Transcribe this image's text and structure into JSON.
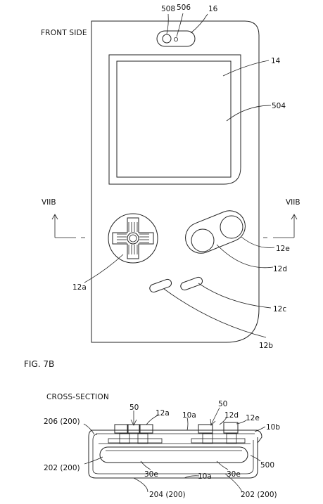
{
  "figure_a": {
    "heading": "FRONT SIDE",
    "labels": {
      "l508": "508",
      "l506": "506",
      "l16": "16",
      "l14": "14",
      "l504": "504",
      "viib_left": "VIIB",
      "viib_right": "VIIB",
      "l12a": "12a",
      "l12e": "12e",
      "l12d": "12d",
      "l12c": "12c",
      "l12b": "12b"
    }
  },
  "figure_b": {
    "title": "FIG. 7B",
    "heading": "CROSS-SECTION",
    "labels": {
      "l50a": "50",
      "l12a": "12a",
      "l10a_top": "10a",
      "l50b": "50",
      "l12d": "12d",
      "l12e": "12e",
      "l10b": "10b",
      "l206": "206 (200)",
      "l202_left": "202 (200)",
      "l30e_left": "30e",
      "l10a_bottom": "10a",
      "l30e_right": "30e",
      "l500": "500",
      "l204": "204 (200)",
      "l202_right": "202 (200)"
    }
  }
}
